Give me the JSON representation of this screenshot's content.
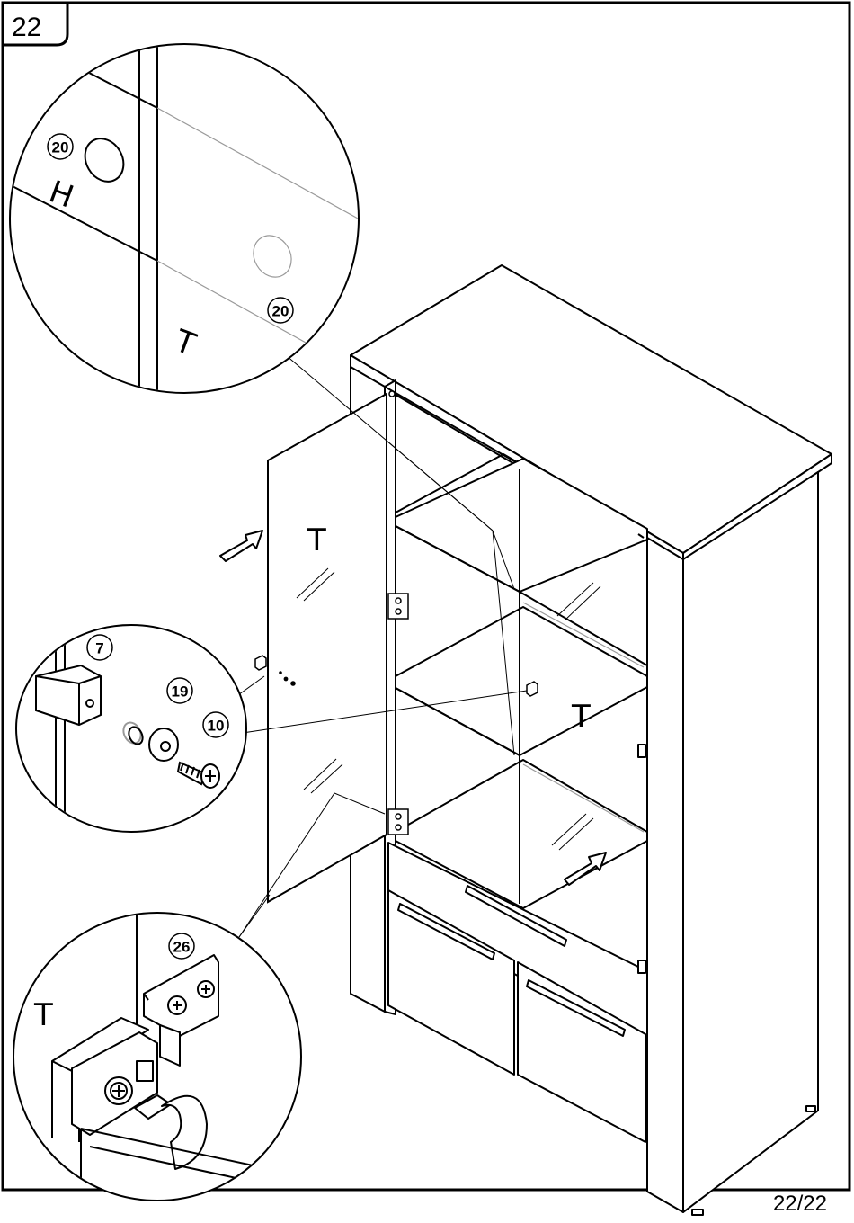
{
  "step": {
    "number": "22"
  },
  "page": {
    "indicator": "22/22"
  },
  "part_labels": {
    "dowel_hole_a": "20",
    "dowel_hole_b": "20",
    "connector": "7",
    "washer": "19",
    "screw": "10",
    "hinge": "26"
  },
  "panel_letters": {
    "top_detail_h": "H",
    "top_detail_t": "T",
    "left_door": "T",
    "right_door": "T",
    "hinge_detail_t": "T"
  },
  "colors": {
    "line": "#000000",
    "paper": "#ffffff",
    "hint": "#9a9a9a"
  },
  "icons": [
    "push-arrow-icon",
    "circular-detail-callout",
    "screw-icon",
    "hinge-icon",
    "glass-reflection-hatch"
  ]
}
